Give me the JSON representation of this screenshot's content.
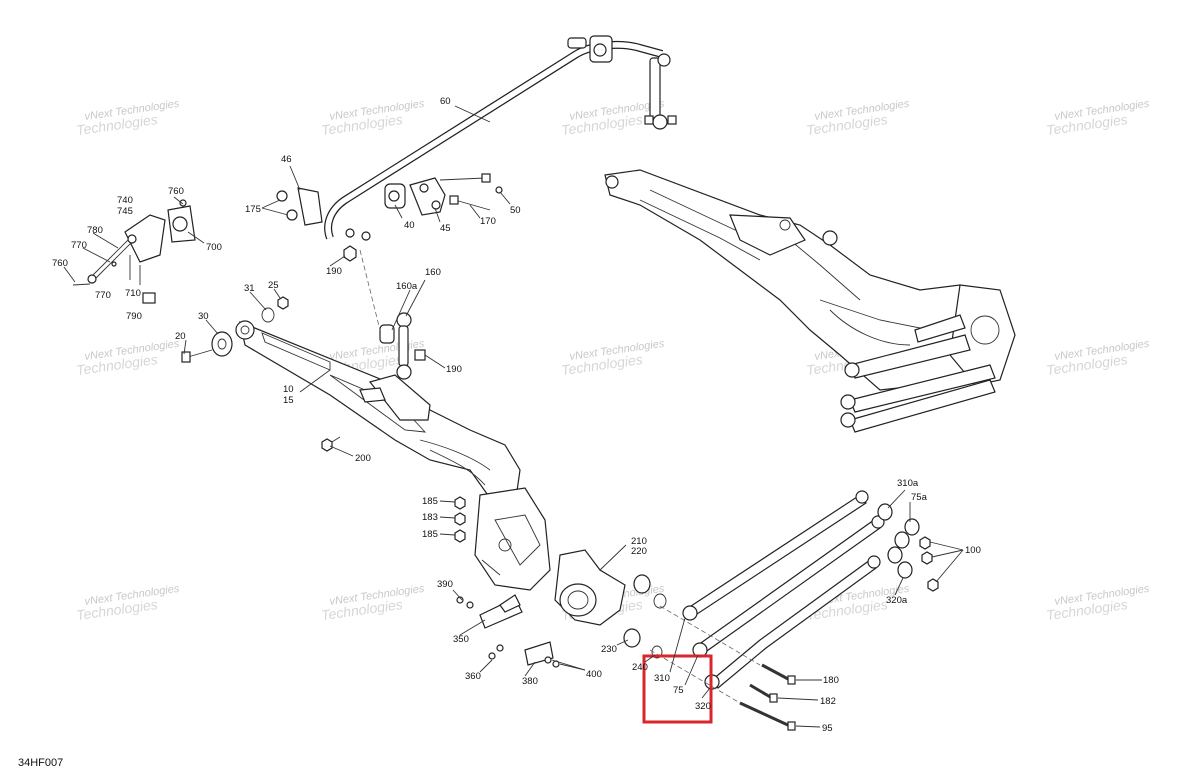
{
  "diagram_code": "34HF007",
  "watermark": {
    "line1": "vNext",
    "line2": "Technologies",
    "line3": "vNext Technologies"
  },
  "highlight_color": "#d9262b",
  "callouts": {
    "c60": "60",
    "c46": "46",
    "c175": "175",
    "c40": "40",
    "c45": "45",
    "c170": "170",
    "c50": "50",
    "c190a": "190",
    "c740": "740",
    "c745": "745",
    "c760a": "760",
    "c700": "700",
    "c780": "780",
    "c770a": "770",
    "c760b": "760",
    "c770b": "770",
    "c710": "710",
    "c790": "790",
    "c31": "31",
    "c25": "25",
    "c30": "30",
    "c20": "20",
    "c10": "10",
    "c15": "15",
    "c160a": "160a",
    "c160": "160",
    "c190b": "190",
    "c200": "200",
    "c185a": "185",
    "c183": "183",
    "c185b": "185",
    "c210": "210",
    "c220": "220",
    "c390": "390",
    "c350": "350",
    "c360": "360",
    "c380": "380",
    "c400": "400",
    "c230": "230",
    "c240": "240",
    "c310": "310",
    "c75": "75",
    "c320": "320",
    "c310a": "310a",
    "c75a": "75a",
    "c100": "100",
    "c320a": "320a",
    "c180": "180",
    "c182": "182",
    "c95": "95"
  }
}
